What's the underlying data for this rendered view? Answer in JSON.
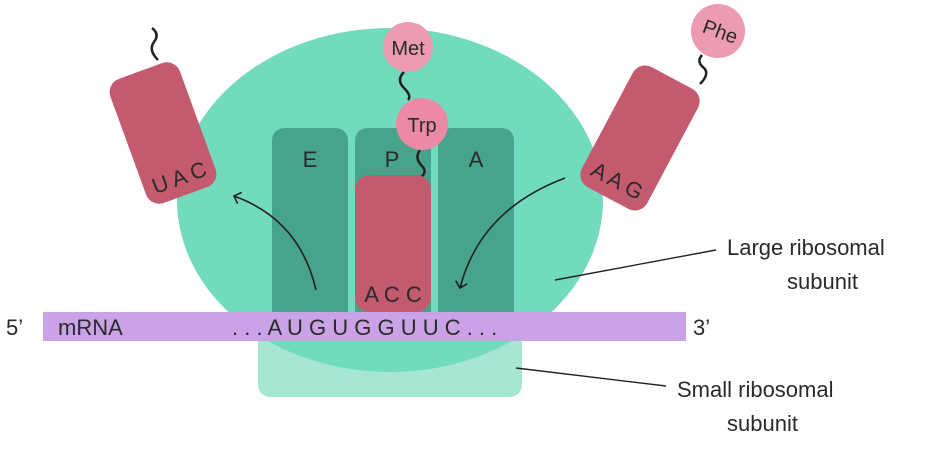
{
  "title": "Ribosome translation diagram",
  "colors": {
    "large_subunit": "#72dbbd",
    "small_subunit": "#a8e6d4",
    "sites": "#47a38b",
    "trna": "#c45a6e",
    "amino_acid": "#ec9bb0",
    "mrna": "#c9a3e6"
  },
  "sites": {
    "e": "E",
    "p": "P",
    "a": "A"
  },
  "amino_acids": {
    "met": "Met",
    "trp": "Trp",
    "phe": "Phe"
  },
  "trna": {
    "exiting_anticodon": "U A C",
    "p_site_anticodon": "A C C",
    "incoming_anticodon": "A A G"
  },
  "mrna": {
    "five_prime": "5’",
    "label": "mRNA",
    "sequence": ". . . A U G U G G U U C . . .",
    "three_prime": "3’"
  },
  "labels": {
    "large_line1": "Large ribosomal",
    "large_line2": "subunit",
    "small_line1": "Small ribosomal",
    "small_line2": "subunit"
  }
}
